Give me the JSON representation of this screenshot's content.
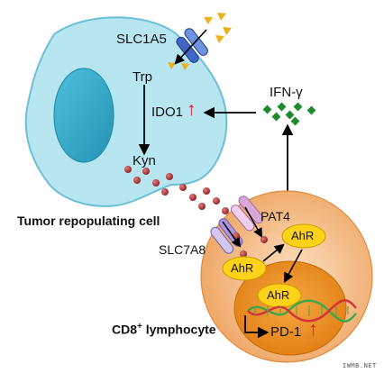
{
  "labels": {
    "slc1a5": "SLC1A5",
    "trp": "Trp",
    "ido1": "IDO1",
    "kyn": "Kyn",
    "ifn": "IFN-γ",
    "tumor_cell": "Tumor repopulating cell",
    "pat4": "PAT4",
    "slc7a8": "SLC7A8",
    "ahr": "AhR",
    "pd1": "PD-1",
    "cd8": "CD8",
    "cd8_sup": "+",
    "lymphocyte": " lymphocyte",
    "upregulated": "↑"
  },
  "watermark": "IWMB.NET",
  "colors": {
    "tumor_cell": "#b8e6f0",
    "tumor_outline": "#6cbfd8",
    "nucleus": "#3fb3cf",
    "lymphocyte_cell": "#f6c79b",
    "lymphocyte_nucleus": "#ee8f1f",
    "kyn_dot": "#a3272d",
    "trp_triangle": "#e9b11a",
    "ifn_diamond": "#1f8a2e",
    "ahr_fill": "#ffd21a",
    "up_arrow": "#e0121a",
    "transporter_blue": "#3f66c5",
    "transporter_pink": "#d9a7d8",
    "dna_green": "#39a84a",
    "dna_red": "#d6323b"
  }
}
